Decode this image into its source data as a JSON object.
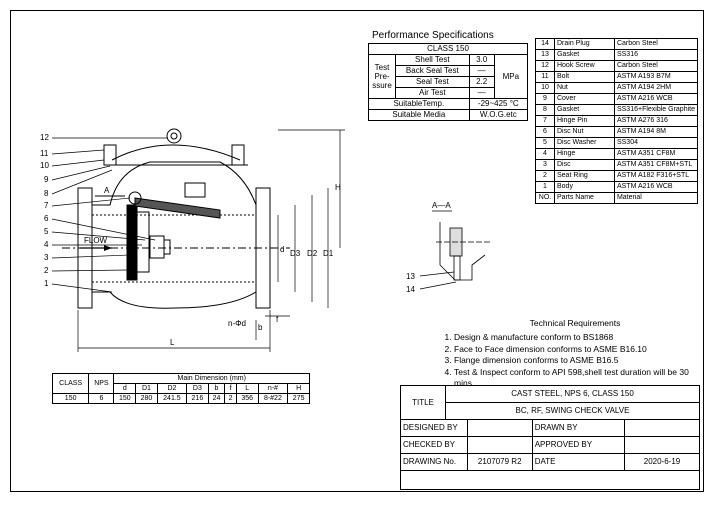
{
  "performance": {
    "title": "Performance Specifications",
    "class_label": "CLASS 150",
    "test_pressure_label": "Test Pre- ssure",
    "rows": [
      {
        "name": "Shell Test",
        "value": "3.0"
      },
      {
        "name": "Back Seal Test",
        "value": "—"
      },
      {
        "name": "Seal Test",
        "value": "2.2"
      },
      {
        "name": "Air Test",
        "value": "—"
      }
    ],
    "unit": "MPa",
    "temp_label": "SuitableTemp.",
    "temp_value": "-29~425 °C",
    "media_label": "Suitable Media",
    "media_value": "W.O.G.etc"
  },
  "parts": [
    {
      "no": "14",
      "name": "Drain Plug",
      "material": "Carbon Steel"
    },
    {
      "no": "13",
      "name": "Gasket",
      "material": "SS316"
    },
    {
      "no": "12",
      "name": "Hook Screw",
      "material": "Carbon Steel"
    },
    {
      "no": "11",
      "name": "Bolt",
      "material": "ASTM A193 B7M"
    },
    {
      "no": "10",
      "name": "Nut",
      "material": "ASTM A194 2HM"
    },
    {
      "no": "9",
      "name": "Cover",
      "material": "ASTM A216 WCB"
    },
    {
      "no": "8",
      "name": "Gasket",
      "material": "SS316+Flexible Graphite"
    },
    {
      "no": "7",
      "name": "Hinge Pin",
      "material": "ASTM A276 316"
    },
    {
      "no": "6",
      "name": "Disc Nut",
      "material": "ASTM A194 8M"
    },
    {
      "no": "5",
      "name": "Disc Washer",
      "material": "SS304"
    },
    {
      "no": "4",
      "name": "Hinge",
      "material": "ASTM A351 CF8M"
    },
    {
      "no": "3",
      "name": "Disc",
      "material": "ASTM A351 CF8M+STL"
    },
    {
      "no": "2",
      "name": "Seat Ring",
      "material": "ASTM A182 F316+STL"
    },
    {
      "no": "1",
      "name": "Body",
      "material": "ASTM A216 WCB"
    }
  ],
  "parts_header": {
    "no": "NO.",
    "name": "Parts Name",
    "material": "Material"
  },
  "drawing": {
    "flow": "FLOW",
    "section_mark": "A",
    "section_view": "A—A",
    "callouts": [
      "1",
      "2",
      "3",
      "4",
      "5",
      "6",
      "7",
      "8",
      "9",
      "10",
      "11",
      "12"
    ],
    "detail_callouts": [
      "13",
      "14"
    ],
    "dims": {
      "L": "L",
      "H": "H",
      "b": "b",
      "f": "f",
      "d": "d",
      "D1": "D1",
      "D2": "D2",
      "D3": "D3",
      "nd": "n-Φd"
    }
  },
  "dimensions": {
    "title": "Main Dimension (mm)",
    "class_label": "CLASS",
    "nps_label": "NPS",
    "columns": [
      "d",
      "D1",
      "D2",
      "D3",
      "b",
      "f",
      "L",
      "n-#",
      "H"
    ],
    "row": {
      "class": "150",
      "nps": "6",
      "values": [
        "150",
        "280",
        "241.5",
        "216",
        "24",
        "2",
        "356",
        "8-#22",
        "275"
      ]
    }
  },
  "technical": {
    "title": "Technical Requirements",
    "items": [
      "Design & manufacture conform to BS1868",
      "Face to Face dimension conforms to ASME B16.10",
      "Flange dimension conforms to ASME B16.5",
      "Test & Inspect conform to API 598,shell test duration will be 30 mins."
    ]
  },
  "titleblock": {
    "title_label": "TITLE",
    "title_line1": "CAST STEEL, NPS 6, CLASS 150",
    "title_line2": "BC, RF, SWING CHECK VALVE",
    "designed_by": "DESIGNED BY",
    "drawn_by": "DRAWN BY",
    "checked_by": "CHECKED BY",
    "approved_by": "APPROVED BY",
    "drawing_no_label": "DRAWING No.",
    "drawing_no": "2107079 R2",
    "date_label": "DATE",
    "date": "2020-6-19"
  }
}
